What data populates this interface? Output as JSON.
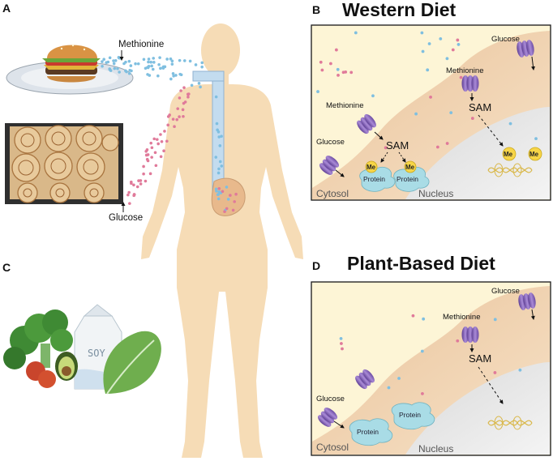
{
  "panels": {
    "a": {
      "letter": "A",
      "methionine_label": "Methionine",
      "glucose_label": "Glucose"
    },
    "b": {
      "letter": "B",
      "title": "Western Diet",
      "glucose_top": "Glucose",
      "methionine_right": "Methionine",
      "sam_right": "SAM",
      "methionine_left": "Methionine",
      "sam_left": "SAM",
      "glucose_left": "Glucose",
      "me": "Me",
      "protein": "Protein",
      "cytosol": "Cytosol",
      "nucleus": "Nucleus"
    },
    "c": {
      "letter": "C",
      "soy_label": "SOY"
    },
    "d": {
      "letter": "D",
      "title": "Plant-Based Diet",
      "glucose_top": "Glucose",
      "methionine": "Methionine",
      "sam": "SAM",
      "glucose_left": "Glucose",
      "protein": "Protein",
      "cytosol": "Cytosol",
      "nucleus": "Nucleus"
    }
  },
  "colors": {
    "methionine_dot": "#7fbfe0",
    "glucose_dot": "#e07a9a",
    "body": "#f6dcb6",
    "cytosol_bg": "#fdf5d6",
    "cell": "#efcfa8",
    "nucleus": "#e7e7e7",
    "transporter": "#8a6ab8",
    "protein": "#a9dce6",
    "me": "#f7d547"
  }
}
